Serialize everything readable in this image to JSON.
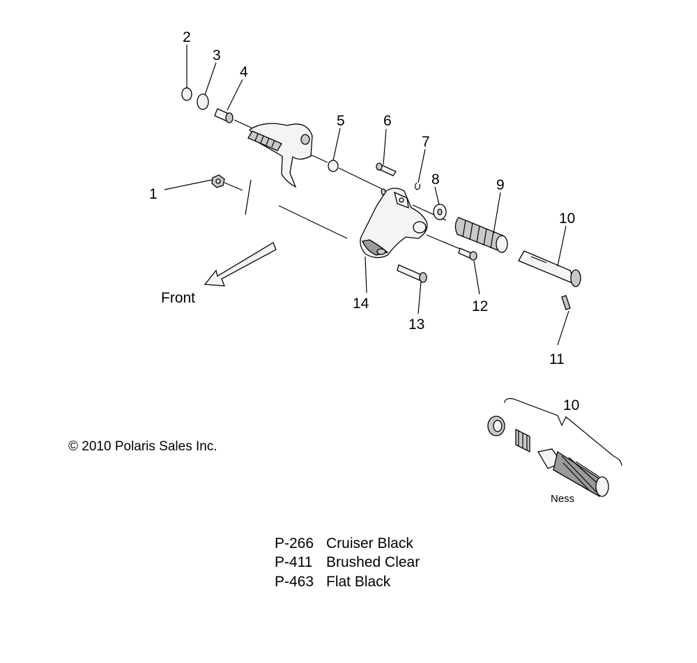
{
  "diagram": {
    "callouts": [
      "1",
      "2",
      "3",
      "4",
      "5",
      "6",
      "7",
      "8",
      "9",
      "10",
      "11",
      "12",
      "13",
      "14"
    ],
    "inset_callout": "10",
    "direction_label": "Front",
    "inset_label": "Ness",
    "copyright": "© 2010 Polaris Sales Inc."
  },
  "finish_codes": [
    {
      "code": "P-266",
      "name": "Cruiser Black"
    },
    {
      "code": "P-411",
      "name": "Brushed Clear"
    },
    {
      "code": "P-463",
      "name": "Flat Black"
    }
  ]
}
